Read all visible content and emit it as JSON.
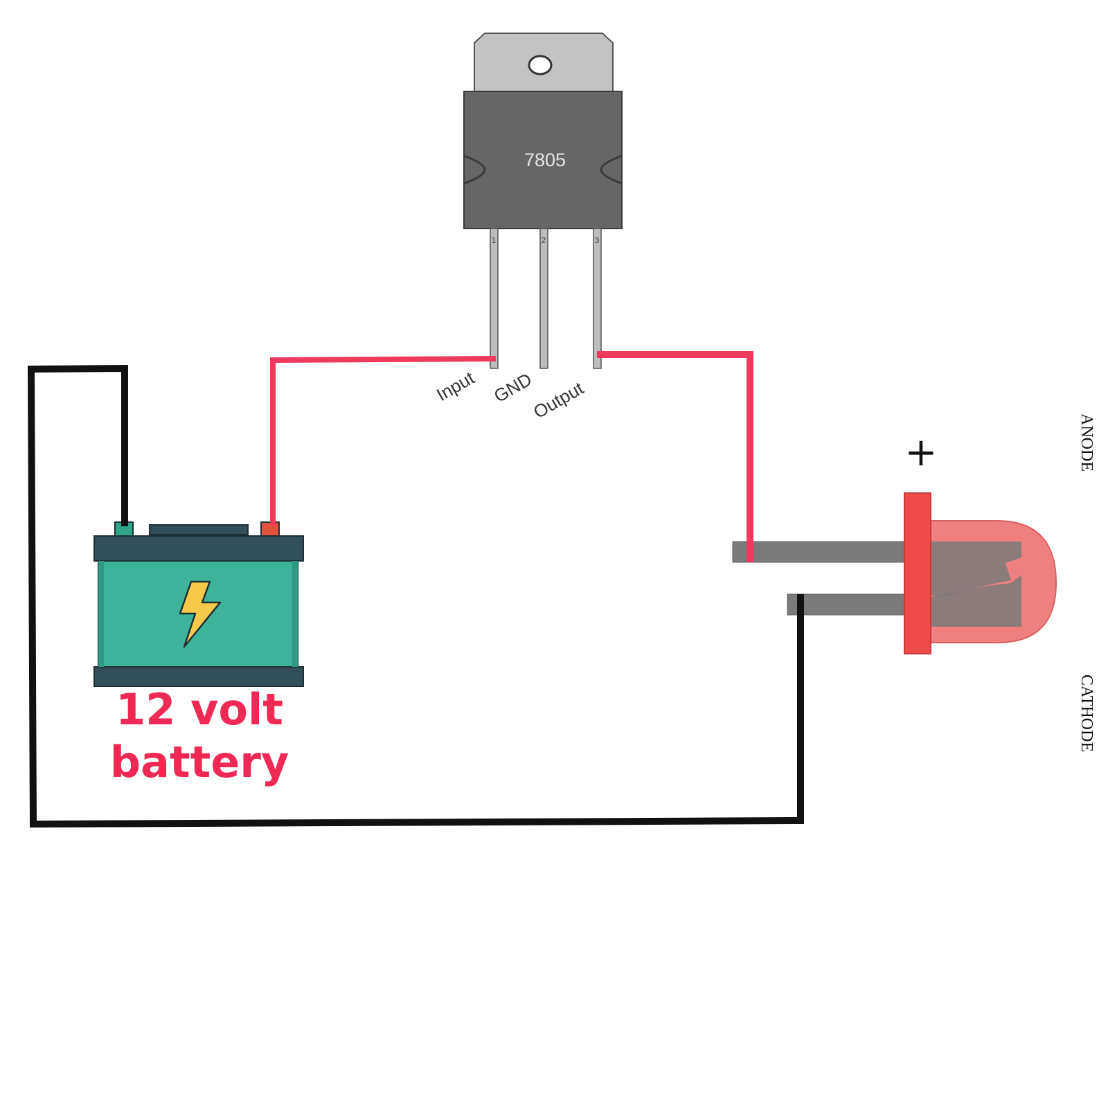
{
  "regulator": {
    "part_number": "7805",
    "pin_numbers": [
      "1",
      "2",
      "3"
    ],
    "pin_labels": [
      "Input",
      "GND",
      "Output"
    ]
  },
  "battery": {
    "caption_line1": "12 volt",
    "caption_line2": "battery",
    "icon": "lightning-bolt-icon"
  },
  "led": {
    "polarity_symbol": "+",
    "anode_label": "ANODE",
    "cathode_label": "CATHODE"
  },
  "colors": {
    "positive_wire": "#ef3a5d",
    "negative_wire": "#111111",
    "battery_body": "#3db39a",
    "battery_frame": "#334f5a",
    "led_color": "#f08080",
    "caption": "#ef2953"
  }
}
